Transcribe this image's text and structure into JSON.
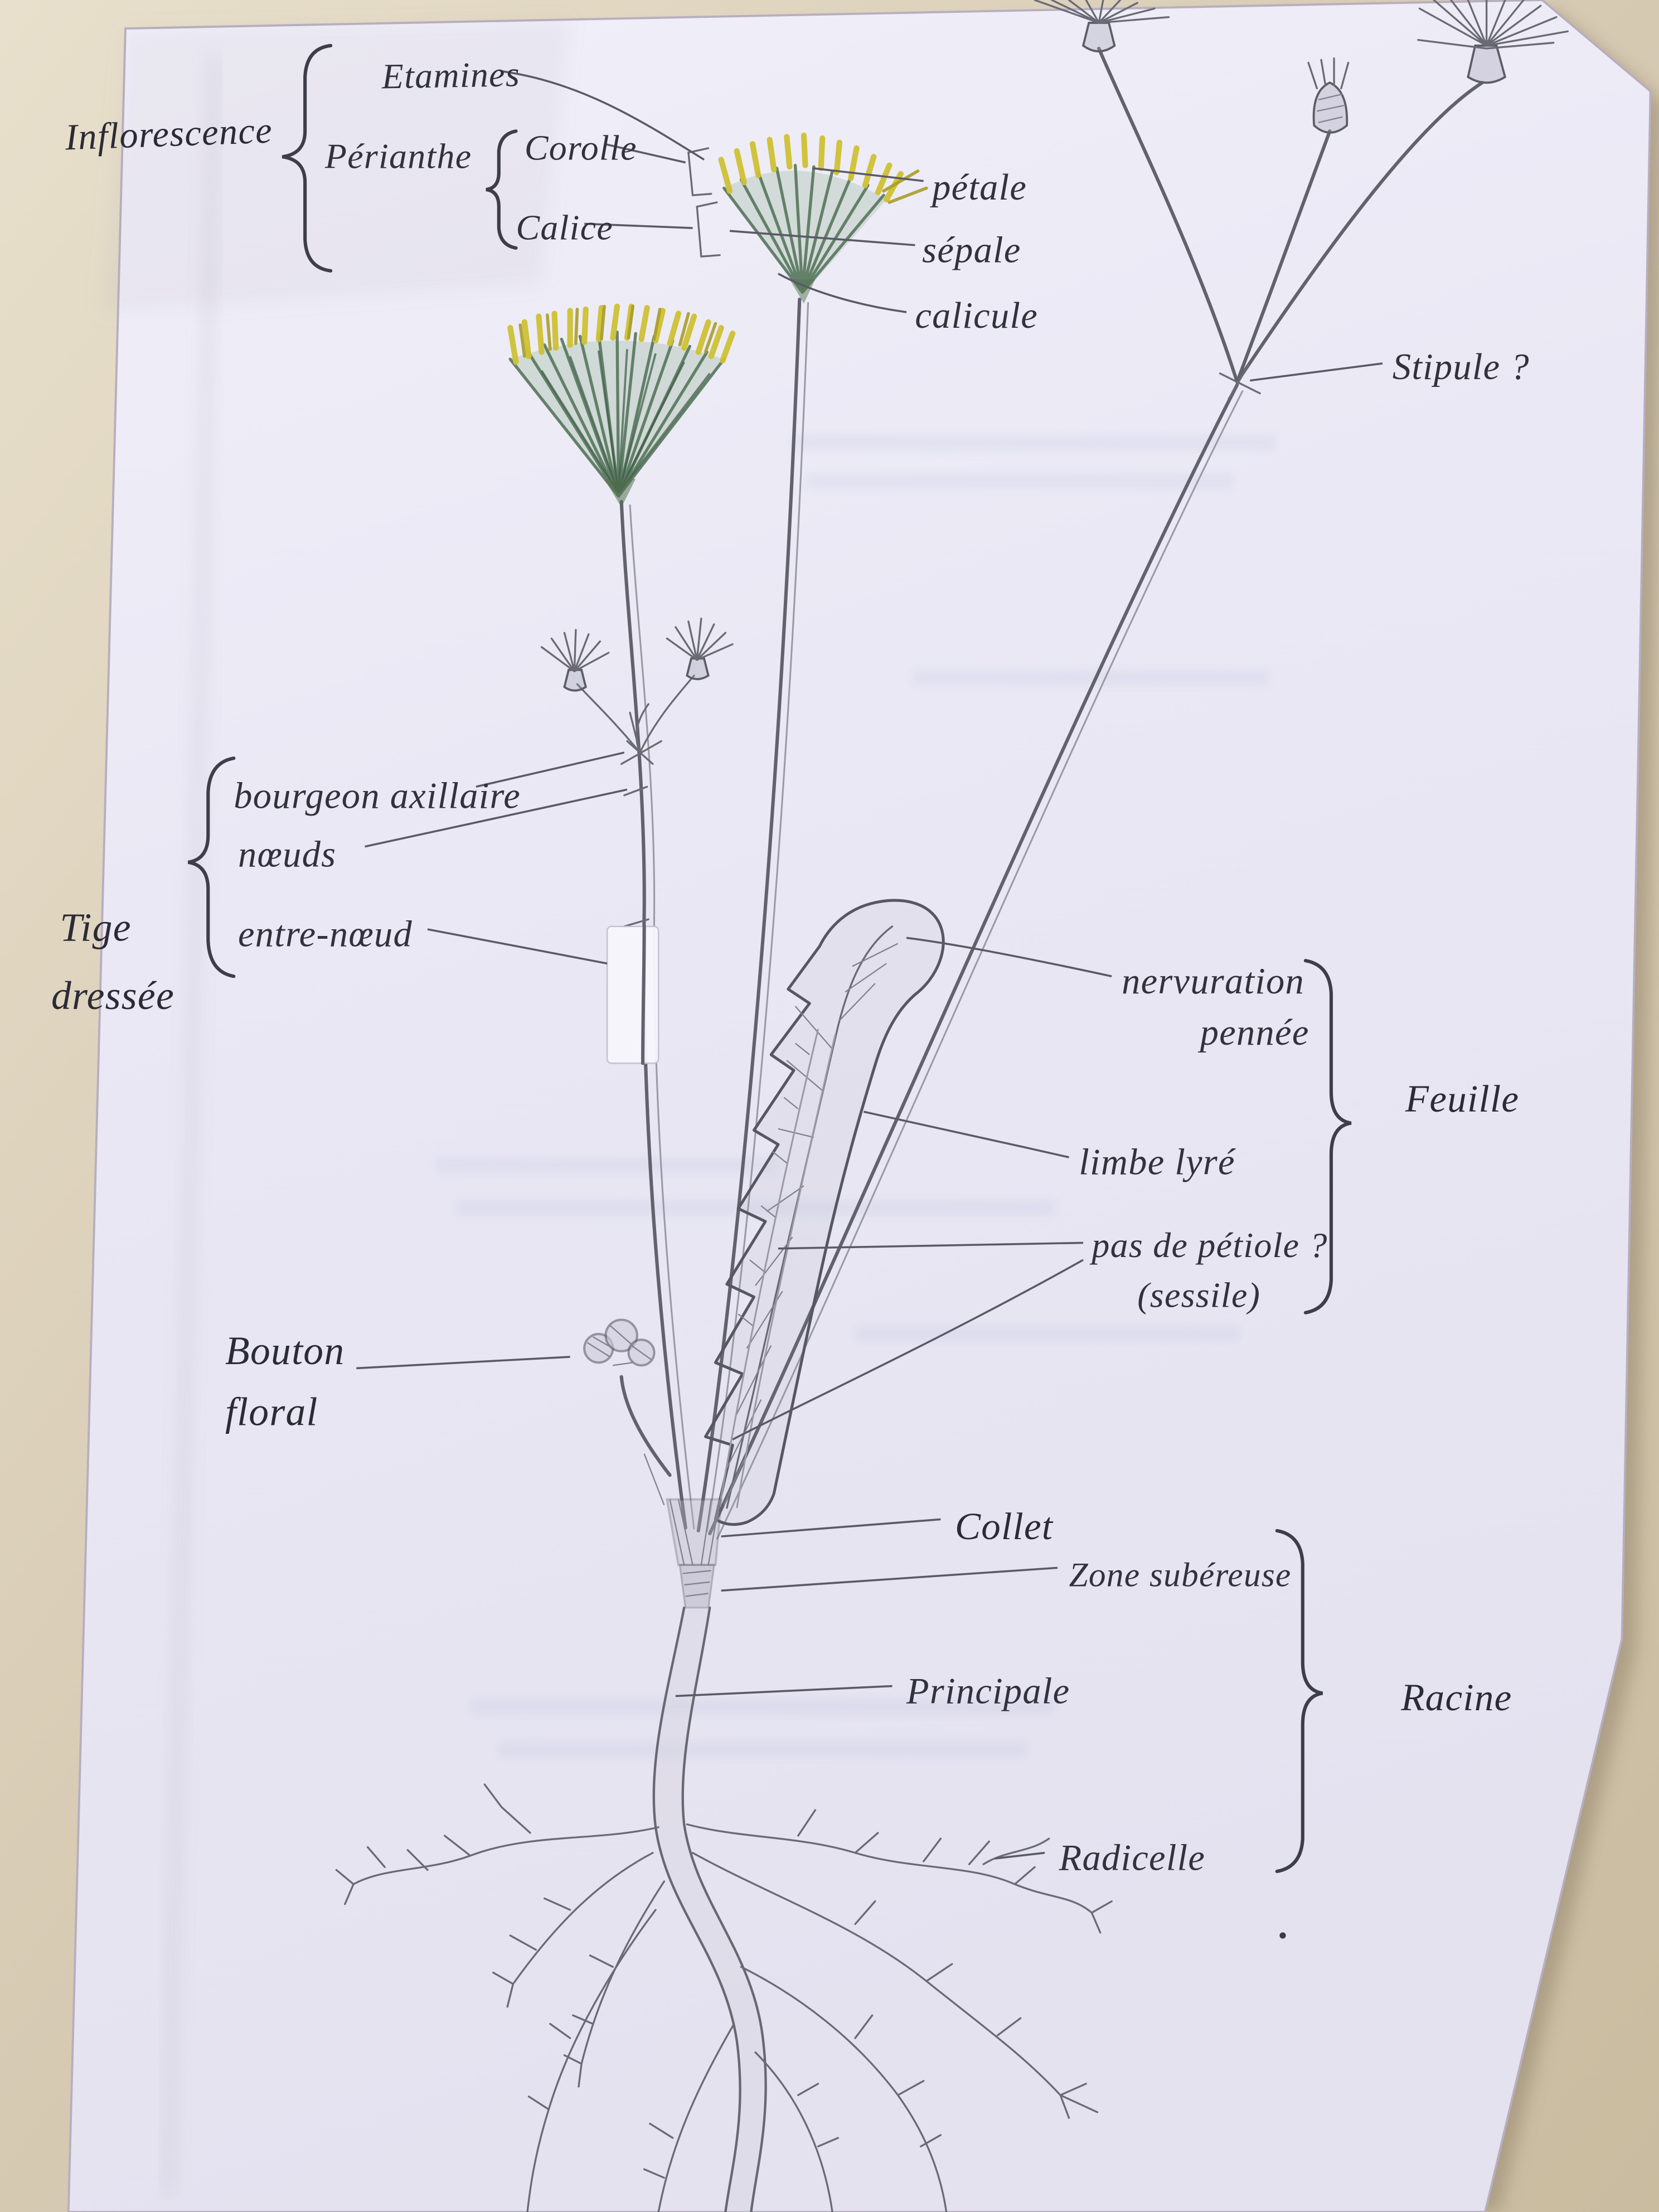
{
  "document": {
    "kind": "hand-drawn botanical morphology diagram (photographed notebook page)",
    "language": "French",
    "subject": "labelled dandelion-like plant: inflorescence, stem, leaf, root"
  },
  "colors": {
    "table_cloth": "#d6c9b2",
    "paper": "#eae8f4",
    "pencil": "#62626d",
    "ink_labels": "#32323d",
    "petal_yellow": "#cfc133",
    "involucre_green": "#4f7055"
  },
  "labels": {
    "inflorescence": "Inflorescence",
    "etamines": "Etamines",
    "perianthe": "Périanthe",
    "corolle": "Corolle",
    "calice": "Calice",
    "petale": "pétale",
    "sepale": "sépale",
    "calicule": "calicule",
    "stipule": "Stipule ?",
    "bourgeon_axillaire": "bourgeon axillaire",
    "noeuds": "nœuds",
    "tige_line1": "Tige",
    "tige_line2": "dressée",
    "entre_noeud": "entre-nœud",
    "nervuration_line1": "nervuration",
    "nervuration_line2": "pennée",
    "feuille": "Feuille",
    "limbe_lyre": "limbe lyré",
    "pas_de_petiole": "pas de pétiole ?",
    "sessile": "(sessile)",
    "bouton_line1": "Bouton",
    "bouton_line2": "floral",
    "collet": "Collet",
    "zone_subereuse": "Zone subéreuse",
    "principale": "Principale",
    "racine": "Racine",
    "radicelle": "Radicelle"
  }
}
